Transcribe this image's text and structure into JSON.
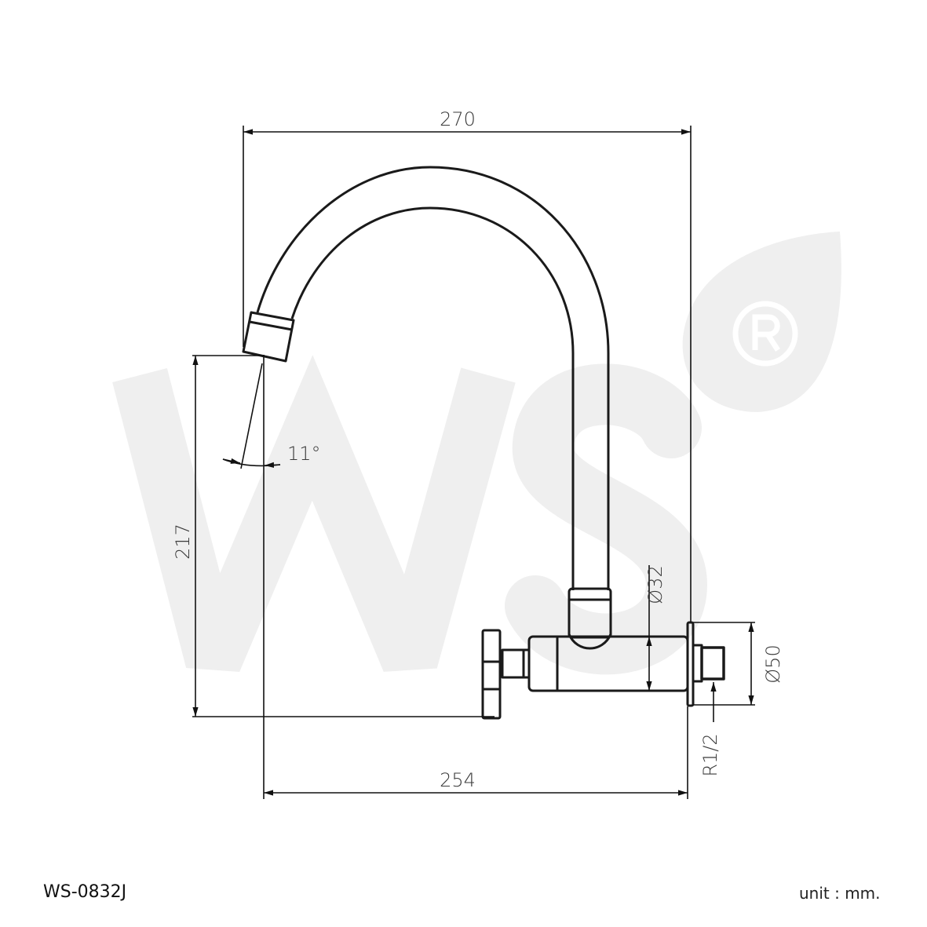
{
  "product": {
    "code": "WS-0832J",
    "unit_label": "unit : mm."
  },
  "watermark": {
    "text": "WS",
    "registered_mark": "®",
    "color": "#efefef"
  },
  "dimensions": {
    "overall_width": "270",
    "spout_reach": "254",
    "spout_height": "217",
    "outlet_angle": "11°",
    "body_diameter": "Ø32",
    "flange_diameter": "Ø50",
    "thread": "R1/2"
  },
  "colors": {
    "line": "#1a1a1a",
    "watermark": "#efefef"
  }
}
